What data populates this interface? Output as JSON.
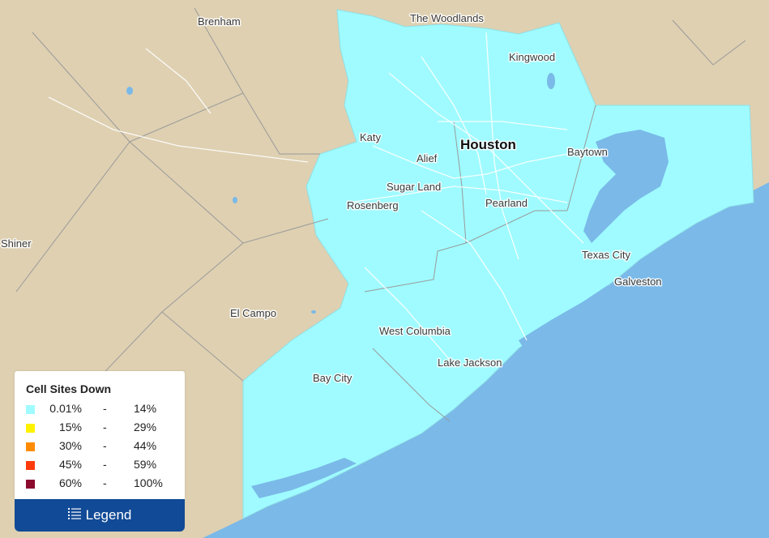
{
  "map": {
    "colors": {
      "land": "#ded0b1",
      "water": "#7ab9e8",
      "highlight": "#9ffbff",
      "county_border": "#9a9a9a",
      "roads": "#ffffff"
    },
    "cities": [
      {
        "name": "The Woodlands"
      },
      {
        "name": "Brenham"
      },
      {
        "name": "Kingwood"
      },
      {
        "name": "Katy"
      },
      {
        "name": "Houston"
      },
      {
        "name": "Alief"
      },
      {
        "name": "Baytown"
      },
      {
        "name": "Sugar Land"
      },
      {
        "name": "Pearland"
      },
      {
        "name": "Rosenberg"
      },
      {
        "name": "Shiner"
      },
      {
        "name": "Texas City"
      },
      {
        "name": "Galveston"
      },
      {
        "name": "El Campo"
      },
      {
        "name": "West Columbia"
      },
      {
        "name": "Lake Jackson"
      },
      {
        "name": "Bay City"
      }
    ]
  },
  "legend": {
    "title": "Cell Sites Down",
    "separator": "-",
    "items": [
      {
        "min": "0.01%",
        "max": "14%",
        "color": "#9ffbff"
      },
      {
        "min": "15%",
        "max": "29%",
        "color": "#fff200"
      },
      {
        "min": "30%",
        "max": "44%",
        "color": "#ff8c00"
      },
      {
        "min": "45%",
        "max": "59%",
        "color": "#ff3b0a"
      },
      {
        "min": "60%",
        "max": "100%",
        "color": "#8b0a2e"
      }
    ],
    "button_label": "Legend",
    "button_icon": "list-icon"
  }
}
